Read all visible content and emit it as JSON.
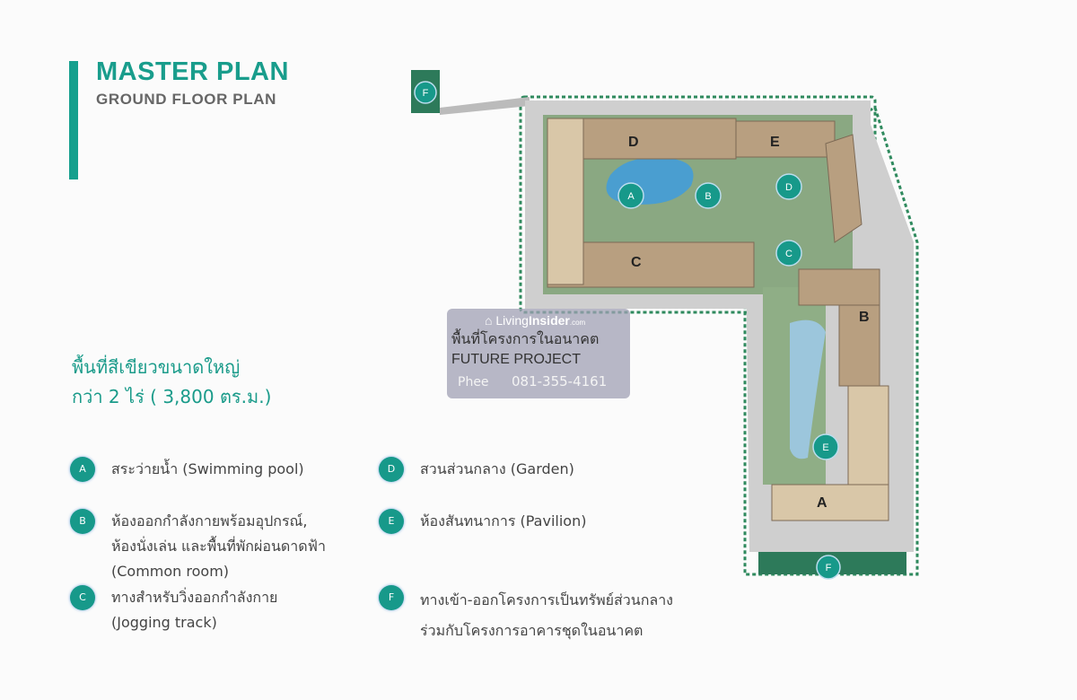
{
  "header": {
    "title": "MASTER PLAN",
    "subtitle": "GROUND FLOOR PLAN"
  },
  "green_area": {
    "line1": "พื้นที่สีเขียวขนาดใหญ่",
    "line2": "กว่า 2 ไร่ ( 3,800 ตร.ม.)"
  },
  "legend": [
    {
      "key": "A",
      "text": "สระว่ายน้ำ (Swimming pool)"
    },
    {
      "key": "B",
      "text": "ห้องออกกำลังกายพร้อมอุปกรณ์,\nห้องนั่งเล่น และพื้นที่พักผ่อนดาดฟ้า\n(Common room)"
    },
    {
      "key": "C",
      "text": "ทางสำหรับวิ่งออกกำลังกาย\n(Jogging track)"
    },
    {
      "key": "D",
      "text": "สวนส่วนกลาง (Garden)"
    },
    {
      "key": "E",
      "text": "ห้องสันทนาการ (Pavilion)"
    },
    {
      "key": "F",
      "text": "ทางเข้า-ออกโครงการเป็นทรัพย์ส่วนกลาง\nร่วมกับโครงการอาคารชุดในอนาคต"
    }
  ],
  "plan": {
    "buildings": [
      "D",
      "E",
      "C",
      "B",
      "A"
    ],
    "markers": [
      "F",
      "A",
      "B",
      "D",
      "C",
      "E",
      "F"
    ],
    "future_project_th": "พื้นที่โครงการในอนาคต",
    "future_project_en": "FUTURE PROJECT"
  },
  "watermark": {
    "brand_light": "Living",
    "brand_bold": "Insider",
    "brand_suffix": ".com",
    "agent": "Phee",
    "phone": "081-355-4161"
  },
  "colors": {
    "accent": "#17a08e",
    "tree": "#1f6b4a",
    "road": "#c9c9c9"
  }
}
